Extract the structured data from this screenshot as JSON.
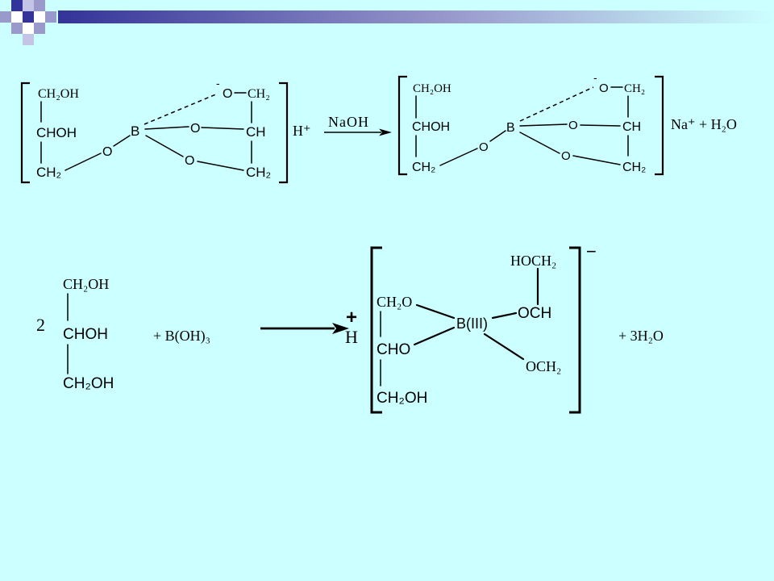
{
  "theme": {
    "background": "#CCFFFF",
    "accent": "#333399",
    "accent_light": "#9999CC"
  },
  "reaction_1": {
    "reactant": {
      "chain_left": [
        "CH₂OH",
        "CHOH",
        "CH₂"
      ],
      "bridge_oxygen": "O",
      "boron": "B",
      "charge": "-",
      "anion_oxygen": "O",
      "chain_right": [
        "CH₂",
        "CH",
        "CH₂"
      ],
      "ring_oxygen_upper": "O",
      "ring_oxygen_lower": "O",
      "counter_ion": "H⁺"
    },
    "reagent": "NaOH",
    "product": {
      "chain_left": [
        "CH₂OH",
        "CHOH",
        "CH₂"
      ],
      "bridge_oxygen": "O",
      "boron": "B",
      "charge": "-",
      "anion_oxygen": "O",
      "chain_right": [
        "CH₂",
        "CH",
        "CH₂"
      ],
      "ring_oxygen_upper": "O",
      "ring_oxygen_lower": "O",
      "counter_ion": "Na⁺ + H₂O"
    }
  },
  "reaction_2": {
    "coefficient": "2",
    "glycerol": [
      "CH₂OH",
      "CHOH",
      "CH₂OH"
    ],
    "reagent": "+ B(OH)₃",
    "proton_charge": "+",
    "proton": "H",
    "complex": {
      "chain_left": [
        "CH₂O",
        "CHO",
        "CH₂OH"
      ],
      "boron": "B(III)",
      "chain_right": [
        "HOCH₂",
        "OCH",
        "OCH₂"
      ],
      "charge": "−"
    },
    "byproduct": "+ 3H₂O"
  }
}
